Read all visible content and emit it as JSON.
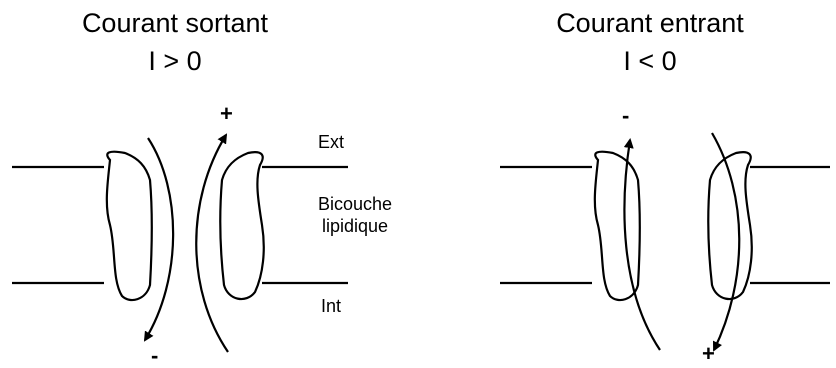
{
  "left_panel": {
    "title": "Courant sortant",
    "condition": "I > 0",
    "sign_top": "+",
    "sign_bottom": "-"
  },
  "right_panel": {
    "title": "Courant entrant",
    "condition": "I < 0",
    "sign_top": "-",
    "sign_bottom": "+"
  },
  "labels": {
    "ext": "Ext",
    "bilayer_line1": "Bicouche",
    "bilayer_line2": "lipidique",
    "int": "Int"
  }
}
